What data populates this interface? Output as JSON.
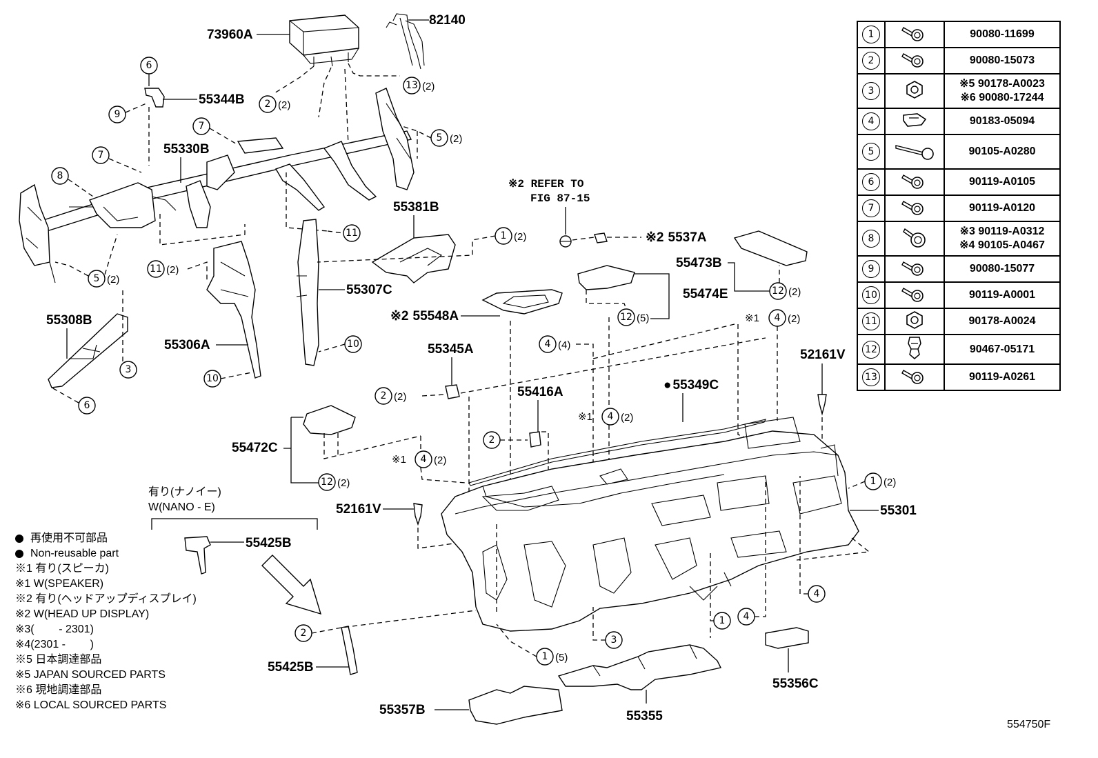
{
  "parts": {
    "p73960A": "73960A",
    "p82140": "82140",
    "p55344B": "55344B",
    "p55330B": "55330B",
    "p55381B": "55381B",
    "p5537A": "5537A",
    "p55473B": "55473B",
    "p55474E": "55474E",
    "p55307C": "55307C",
    "p55306A": "55306A",
    "p55308B": "55308B",
    "p55548A": "55548A",
    "p55345A": "55345A",
    "p52161V_r": "52161V",
    "p55349C": "55349C",
    "p55416A": "55416A",
    "p55472C": "55472C",
    "p52161V_l": "52161V",
    "p55301": "55301",
    "p55425B_top": "55425B",
    "p55425B_bot": "55425B",
    "p55357B": "55357B",
    "p55355": "55355",
    "p55356C": "55356C"
  },
  "marks": {
    "note2": "※2",
    "note1": "※1",
    "dot": "●"
  },
  "qty": {
    "q2": "(2)",
    "q4": "(4)",
    "q5": "(5)"
  },
  "refer": {
    "line1": "※2 REFER TO",
    "line2": "FIG 87-15"
  },
  "nano": {
    "line1": "有り(ナノイー)",
    "line2": "W(NANO - E)"
  },
  "fasteners": [
    {
      "num": "1",
      "code": "90080-11699"
    },
    {
      "num": "2",
      "code": "90080-15073"
    },
    {
      "num": "3",
      "code": "※5 90178-A0023",
      "code2": "※6 90080-17244"
    },
    {
      "num": "4",
      "code": "90183-05094"
    },
    {
      "num": "5",
      "code": "90105-A0280"
    },
    {
      "num": "6",
      "code": "90119-A0105"
    },
    {
      "num": "7",
      "code": "90119-A0120"
    },
    {
      "num": "8",
      "code": "※3 90119-A0312",
      "code2": "※4 90105-A0467"
    },
    {
      "num": "9",
      "code": "90080-15077"
    },
    {
      "num": "10",
      "code": "90119-A0001"
    },
    {
      "num": "11",
      "code": "90178-A0024"
    },
    {
      "num": "12",
      "code": "90467-05171"
    },
    {
      "num": "13",
      "code": "90119-A0261"
    }
  ],
  "notes": {
    "nonreuse_jp": "再使用不可部品",
    "nonreuse_en": "Non-reusable part",
    "n1_jp": "※1 有り(スピーカ)",
    "n1_en": "※1 W(SPEAKER)",
    "n2_jp": "※2 有り(ヘッドアップディスプレイ)",
    "n2_en": "※2 W(HEAD UP DISPLAY)",
    "n3": "※3(        - 2301)",
    "n4": "※4(2301 -        )",
    "n5_jp": "※5 日本調達部品",
    "n5_en": "※5 JAPAN SOURCED PARTS",
    "n6_jp": "※6 現地調達部品",
    "n6_en": "※6 LOCAL SOURCED PARTS"
  },
  "figure_code": "554750F"
}
